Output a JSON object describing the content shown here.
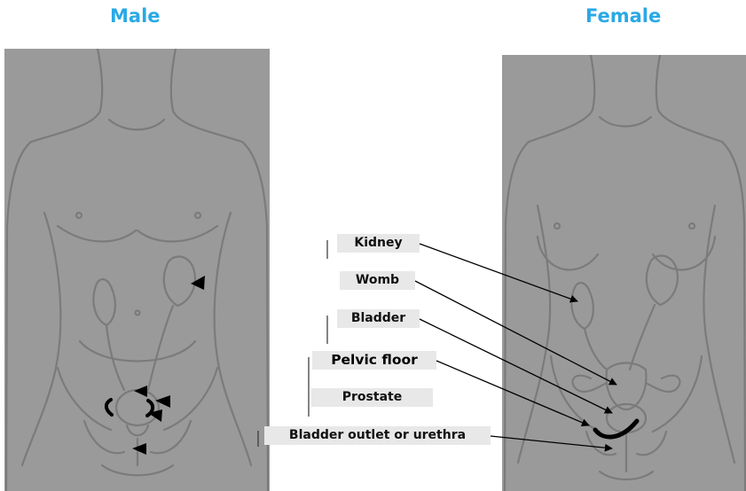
{
  "headings": {
    "male": "Male",
    "female": "Female"
  },
  "labels": {
    "kidney": "Kidney",
    "womb": "Womb",
    "bladder": "Bladder",
    "pelvic_floor": "Pelvic floor",
    "prostate": "Prostate",
    "bladder_outlet": "Bladder outlet or urethra"
  },
  "selected_label": "Pelvic floor",
  "colors": {
    "heading": "#29a9e6",
    "panel_background": "#9a9a9a",
    "figure_outline": "#7b7b7b",
    "label_background": "#e8e8e8",
    "pointer": "#000000"
  }
}
